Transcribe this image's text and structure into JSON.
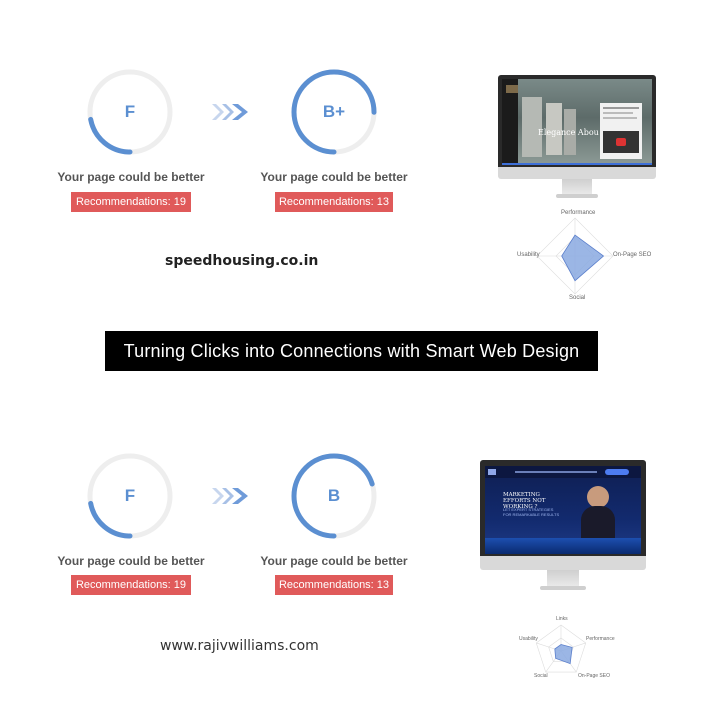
{
  "sections": [
    {
      "before": {
        "grade": "F",
        "caption": "Your page could be better",
        "recommendations": "Recommendations: 19",
        "score_fraction": 0.22
      },
      "after": {
        "grade": "B+",
        "caption": "Your page could be better",
        "recommendations": "Recommendations: 13",
        "score_fraction": 0.75
      },
      "domain": "speedhousing.co.in",
      "screen_text": "Elegance Abou",
      "radar": {
        "labels": [
          "Performance",
          "On-Page SEO",
          "Social",
          "Usability"
        ],
        "values": [
          0.55,
          0.75,
          0.65,
          0.35
        ]
      }
    },
    {
      "before": {
        "grade": "F",
        "caption": "Your page could be better",
        "recommendations": "Recommendations: 19",
        "score_fraction": 0.22
      },
      "after": {
        "grade": "B",
        "caption": "Your page could be better",
        "recommendations": "Recommendations: 13",
        "score_fraction": 0.7
      },
      "domain": "www.rajivwilliams.com",
      "screen_text": "MARKETING EFFORTS NOT WORKING ?",
      "screen_subtext": "LET EXPERT STRATEGIES FOR REMARKABLE RESULTS",
      "radar": {
        "labels": [
          "Links",
          "Performance",
          "On-Page SEO",
          "Social",
          "Usability"
        ],
        "values": [
          0.25,
          0.45,
          0.6,
          0.35,
          0.25
        ]
      }
    }
  ],
  "banner": "Turning Clicks into Connections with Smart Web Design",
  "colors": {
    "ring": "#5b8fd1",
    "ring_track": "#eeeeee",
    "badge": "#e05a5a",
    "banner_bg": "#000000",
    "radar_fill": "#8aa9e0"
  }
}
